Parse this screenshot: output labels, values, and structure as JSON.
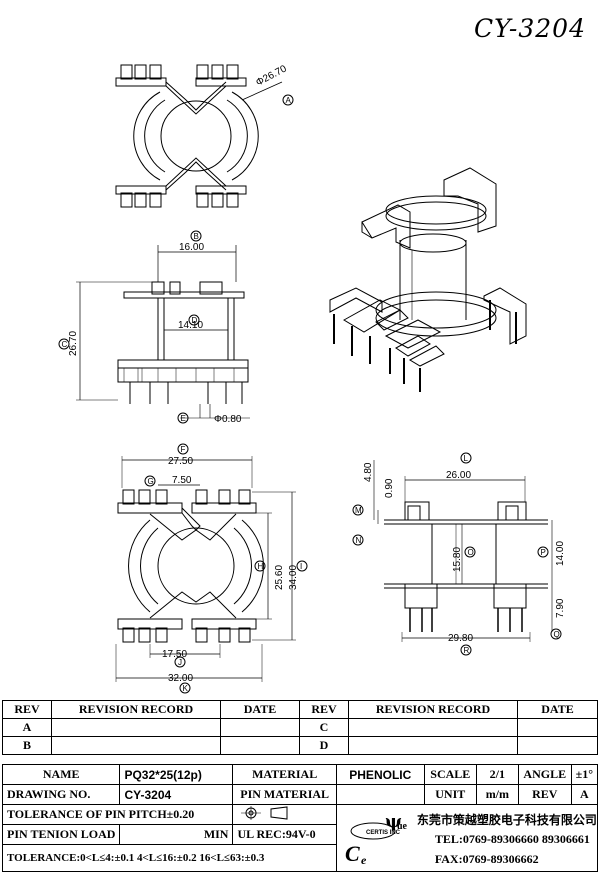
{
  "title": "CY-3204",
  "dims": {
    "top_dia": "Φ26.70",
    "side_width": "16.00",
    "side_inner": "14.10",
    "side_height": "26.70",
    "pin_dia": "Φ0.80",
    "bottom_width": "27.50",
    "pin_pitch": "7.50",
    "inner_height": "25.60",
    "outer_height": "34.00",
    "slot_width": "17.50",
    "total_width": "32.00",
    "front_top": "26.00",
    "front_m": "4.80",
    "front_n": "0.90",
    "front_core": "15.80",
    "front_p": "14.00",
    "front_q": "7.90",
    "front_bottom": "29.80"
  },
  "callouts": [
    "A",
    "B",
    "C",
    "D",
    "E",
    "F",
    "G",
    "H",
    "I",
    "J",
    "K",
    "L",
    "M",
    "N",
    "O",
    "P",
    "Q",
    "R"
  ],
  "revision": {
    "headers": [
      "REV",
      "REVISION RECORD",
      "DATE",
      "REV",
      "REVISION RECORD",
      "DATE"
    ],
    "rows": [
      [
        "A",
        "",
        "",
        "C",
        "",
        ""
      ],
      [
        "B",
        "",
        "",
        "D",
        "",
        ""
      ]
    ]
  },
  "titleblock": {
    "name_label": "NAME",
    "name_value": "PQ32*25(12p)",
    "material_label": "MATERIAL",
    "material_value": "PHENOLIC",
    "scale_label": "SCALE",
    "scale_value": "2/1",
    "angle_label": "ANGLE",
    "angle_value": "±1°",
    "drawing_label": "DRAWING NO.",
    "drawing_value": "CY-3204",
    "pin_material_label": "PIN MATERIAL",
    "unit_label": "UNIT",
    "unit_value": "m/m",
    "rev_label": "REV",
    "rev_value": "A",
    "tolerance_pitch": "TOLERANCE OF PIN PITCH±0.20",
    "pin_tension_label": "PIN TENION LOAD",
    "pin_tension_value": "MIN",
    "ul_rec": "UL REC:94V-0",
    "company": "东莞市策越塑胶电子科技有限公司",
    "tel": "TEL:0769-89306660 89306661",
    "fax": "FAX:0769-89306662",
    "tolerance_general": "TOLERANCE:0<L≤4:±0.1  4<L≤16:±0.2  16<L≤63:±0.3",
    "logo_letters": [
      "C",
      "e",
      "ψ",
      "ue"
    ],
    "logo_text": "CERTIS INC"
  }
}
